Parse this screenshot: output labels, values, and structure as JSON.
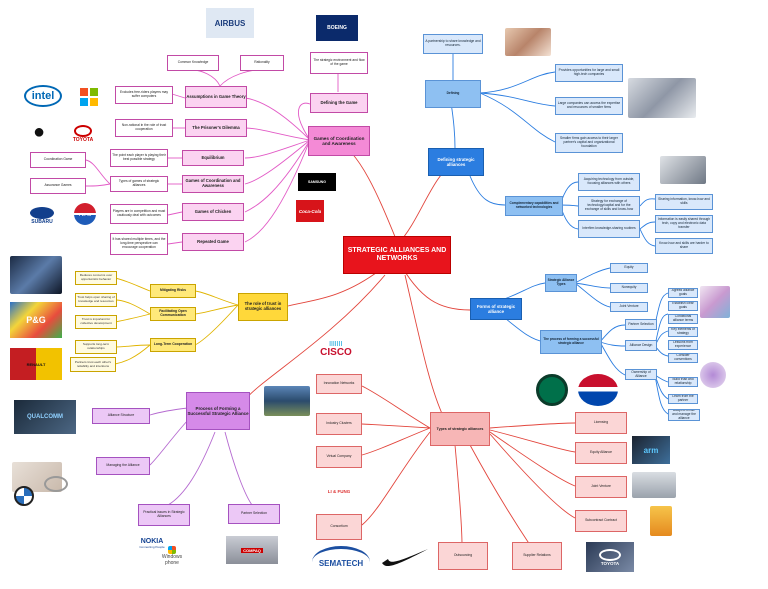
{
  "center": "STRATEGIC ALLIANCES AND NETWORKS",
  "coordination": {
    "main": "Games of Coordination and Awareness",
    "defining_game": "Defining the Game",
    "defining_game_note": "The strategic environment and flow of the game",
    "assumptions": "Assumptions in Game Theory",
    "common_knowledge": "Common Knowledge",
    "rationality": "Rationality",
    "assumptions_note": "Excludes free-riders players may suffer computers",
    "prisoners": "The Prisoner's Dilemma",
    "prisoners_note": "Non-rational in the role of trust cooperation",
    "equilibrium": "Equilibrium",
    "equilibrium_note": "The point each player is playing their best possible strategy",
    "gca": "Games of Coordination and Awareness",
    "gca_note": "Types of games of strategic alliances",
    "coordination_game": "Coordination Game",
    "assurance_games": "Assurance Games",
    "chicken": "Games of Chicken",
    "chicken_note": "Players are in competition and must cautiously deal with outcomes",
    "repeated": "Repeated Game",
    "repeated_note": "It has shared multiple times, and the long-time perspective can encourage cooperation"
  },
  "defining": {
    "main": "Defining strategic alliances",
    "defining": "Defining",
    "defining_note": "A partnership to share knowledge and resources.",
    "b1": "Provides opportunities for large and small high-tech companies",
    "b2": "Large companies can access the expertise and resources of smaller firms",
    "b3": "Smaller firms gain access to their larger partner's capital and organizational foundation",
    "complementary": "Complementary capabilities and networked technologies",
    "c1": "Acquiring technology from outside, focusing alliances with others",
    "c2": "Strategy for exchange of technology/capital and for the exchange of skills and know-how",
    "c3": "Interfirm knowledge-sharing routines",
    "d1": "Sharing information, know-how and skills",
    "d2": "Information is easily shared through tech, copy and electronic data transfer",
    "d3": "Know-how and skills are harder to share"
  },
  "forms": {
    "main": "Forms of strategic alliance",
    "types": "Strategic Alliance Types",
    "t1": "Equity",
    "t2": "Nonequity",
    "t3": "Joint Venture",
    "process": "The process of forming a successful strategic alliance",
    "p1": "Partner Selection",
    "p2": "Alliance Design",
    "p3": "Ownership of Alliance",
    "s1": "Agreed alliance goals",
    "s2": "Establish clear goals",
    "s3": "Conditional alliance terms",
    "s4": "Key elements of strategy",
    "s5": "Lessons from experience",
    "s6": "Consider conventions",
    "s7": "Build trust and relationship",
    "s8": "Learn from the partner",
    "s9": "Adapt to revise and manage the alliance"
  },
  "trust": {
    "main": "The role of trust in strategic alliances",
    "mitigating": "Mitigating Risks",
    "mitigating_note": "Reduces concerns over opportunistic behavior",
    "facilitating": "Facilitating Open Communication",
    "f1": "Trust helps open sharing of knowledge and resources",
    "f2": "Trust is important for collective development",
    "long_term": "Long-Term Cooperation",
    "l1": "Supports long-term relationships",
    "l2": "Partners trust each other's reliability and intentions"
  },
  "process": {
    "main": "Process of Forming a Successful Strategic Alliance",
    "alliance_structure": "Alliance Structure",
    "managing": "Managing the Alliance",
    "practical": "Practical issues in Strategic Alliances",
    "partner_selection": "Partner Selection"
  },
  "types": {
    "main": "Types of strategic alliances",
    "innovation": "Innovation Networks",
    "clusters": "Industry Clusters",
    "virtual": "Virtual Company",
    "consortium": "Consortium",
    "outsourcing": "Outsourcing",
    "supplier": "Supplier Relations",
    "licensing": "Licensing",
    "equity_alliance": "Equity Alliance",
    "joint_venture": "Joint Venture",
    "subcontract": "Subcontract Contract"
  },
  "logos": {
    "airbus": "AIRBUS",
    "boeing": "BOEING",
    "intel": "intel",
    "toyota1": "TOYOTA",
    "subaru": "SUBARU",
    "pepsi": "PEPSI",
    "samsung": "SAMSUNG",
    "cocacola": "Coca-Cola",
    "pg": "P&G",
    "renault": "RENAULT",
    "qualcomm": "QUALCOMM",
    "cisco": "CISCO",
    "lifung": "LI & FUNG",
    "sematech": "SEMATECH",
    "nokia": "NOKIA",
    "nokia_tag": "Connecting People",
    "windows": "Windows",
    "windows_phone": "phone",
    "compaq": "COMPAQ",
    "arm": "arm",
    "toyota2": "TOYOTA"
  },
  "colors": {
    "center": "#e8141c",
    "pink_link": "#e25bc6",
    "blue_link": "#2b7de0",
    "yellow_link": "#e0b400",
    "purple_link": "#b56ad0",
    "red_link": "#e2453c"
  }
}
